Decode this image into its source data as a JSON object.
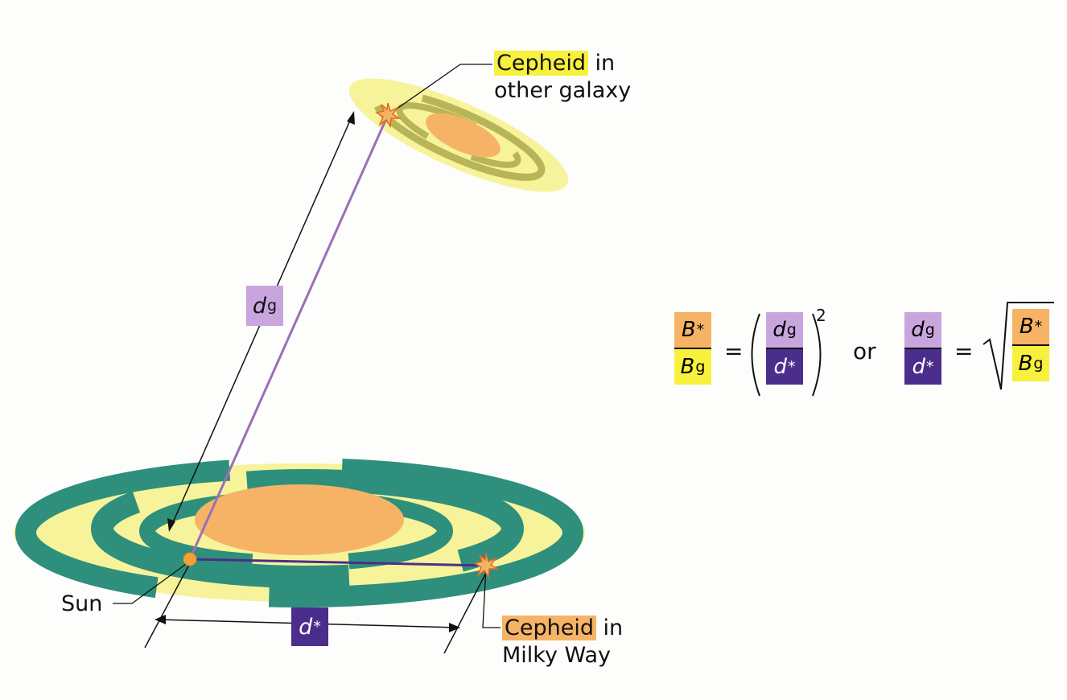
{
  "labels": {
    "cepheid_galaxy_hl": "Cepheid",
    "cepheid_galaxy_rest": " in",
    "cepheid_galaxy_line2": "other galaxy",
    "cepheid_mw_hl": "Cepheid",
    "cepheid_mw_rest": " in",
    "cepheid_mw_line2": "Milky Way",
    "sun": "Sun"
  },
  "distances": {
    "dg_main": "d",
    "dg_sub": "g",
    "ds_main": "d",
    "ds_sub": "*"
  },
  "equation": {
    "b_star": "B",
    "b_star_sub": "*",
    "b_g": "B",
    "b_g_sub": "g",
    "d_g": "d",
    "d_g_sub": "g",
    "d_star": "d",
    "d_star_sub": "*",
    "equals": "=",
    "exponent": "2",
    "or": "or"
  },
  "colors": {
    "cepheid_galaxy_highlight": "#f7f03c",
    "cepheid_mw_highlight": "#f6b366",
    "dg_box": "#c9a5de",
    "ds_box": "#4b2d8c",
    "disk_yellow": "#f6f39a",
    "arm_green": "#2e8f7c",
    "bulge_orange": "#f6b366",
    "sightline_purple": "#9b6fb8"
  }
}
